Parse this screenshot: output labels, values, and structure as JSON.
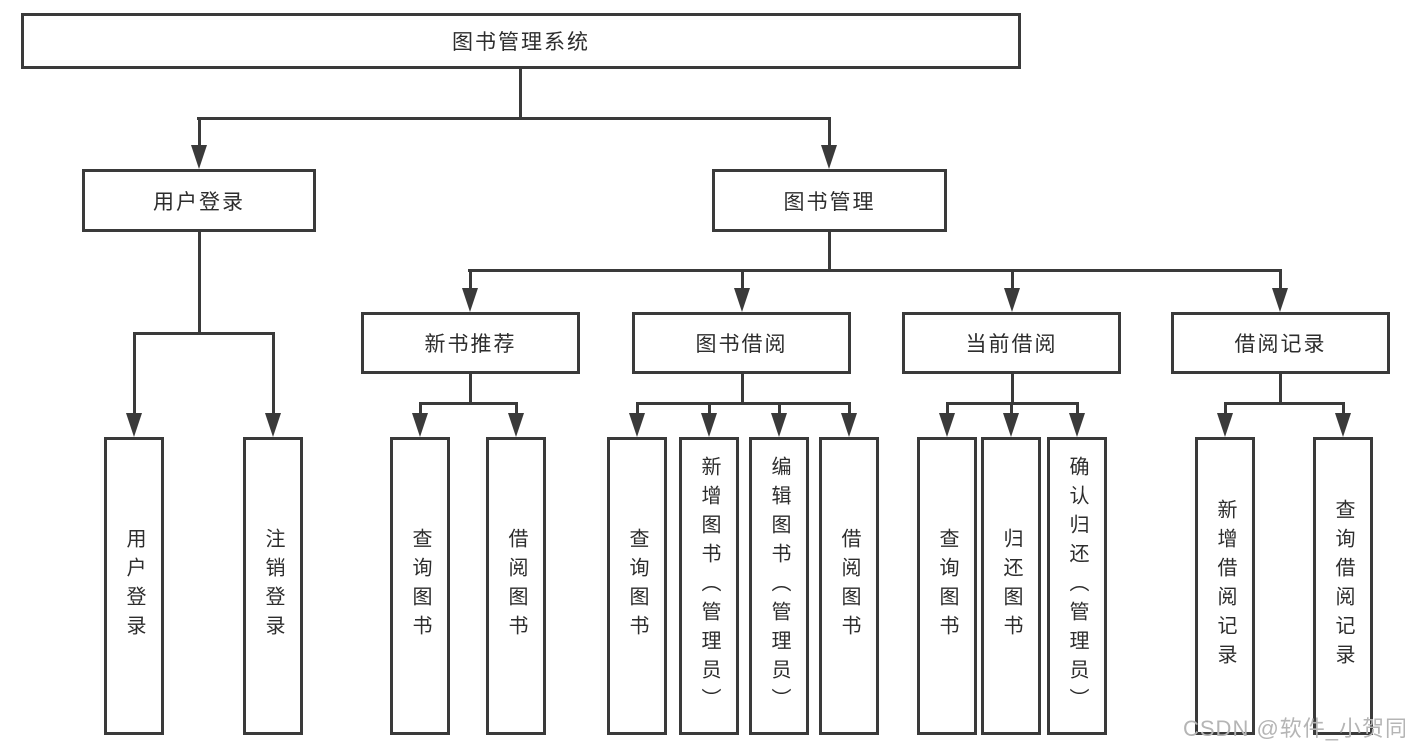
{
  "diagram": {
    "root": {
      "label": "图书管理系统"
    },
    "branches": [
      {
        "label": "用户登录",
        "children": [
          {
            "label": "用户登录"
          },
          {
            "label": "注销登录"
          }
        ]
      },
      {
        "label": "图书管理",
        "children": [
          {
            "label": "新书推荐",
            "children": [
              {
                "label": "查询图书"
              },
              {
                "label": "借阅图书"
              }
            ]
          },
          {
            "label": "图书借阅",
            "children": [
              {
                "label": "查询图书"
              },
              {
                "label": "新增图书（管理员）"
              },
              {
                "label": "编辑图书（管理员）"
              },
              {
                "label": "借阅图书"
              }
            ]
          },
          {
            "label": "当前借阅",
            "children": [
              {
                "label": "查询图书"
              },
              {
                "label": "归还图书"
              },
              {
                "label": "确认归还（管理员）"
              }
            ]
          },
          {
            "label": "借阅记录",
            "children": [
              {
                "label": "新增借阅记录"
              },
              {
                "label": "查询借阅记录"
              }
            ]
          }
        ]
      }
    ]
  },
  "watermark": {
    "text": "CSDN @软件_小贺同学"
  },
  "colors": {
    "background": "#ffffff",
    "box_fill": "#ffffff",
    "box_border": "#3a3a3a",
    "line": "#3a3a3a",
    "text": "#2d2d2d",
    "watermark": "#b5b5b5"
  }
}
